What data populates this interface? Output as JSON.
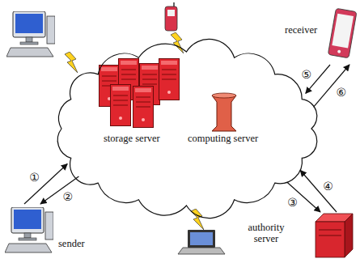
{
  "diagram": {
    "nodes": [
      {
        "text": [
          "receiver"
        ]
      },
      {
        "text": [
          "storage server",
          "computing server"
        ]
      },
      {
        "text": [
          "authority server"
        ]
      },
      {
        "text": [
          "sender"
        ]
      }
    ],
    "edges": [
      {
        "from": 3,
        "to": 1,
        "label": "①",
        "arrow": "to"
      },
      {
        "from": 1,
        "to": 3,
        "label": "②",
        "arrow": "to"
      },
      {
        "from": 1,
        "to": 2,
        "label": "③",
        "arrow": "to"
      },
      {
        "from": 2,
        "to": 1,
        "label": "④",
        "arrow": "to"
      },
      {
        "from": 0,
        "to": 1,
        "label": "⑤",
        "arrow": "to"
      },
      {
        "from": 1,
        "to": 0,
        "label": "⑥",
        "arrow": "to"
      }
    ]
  }
}
